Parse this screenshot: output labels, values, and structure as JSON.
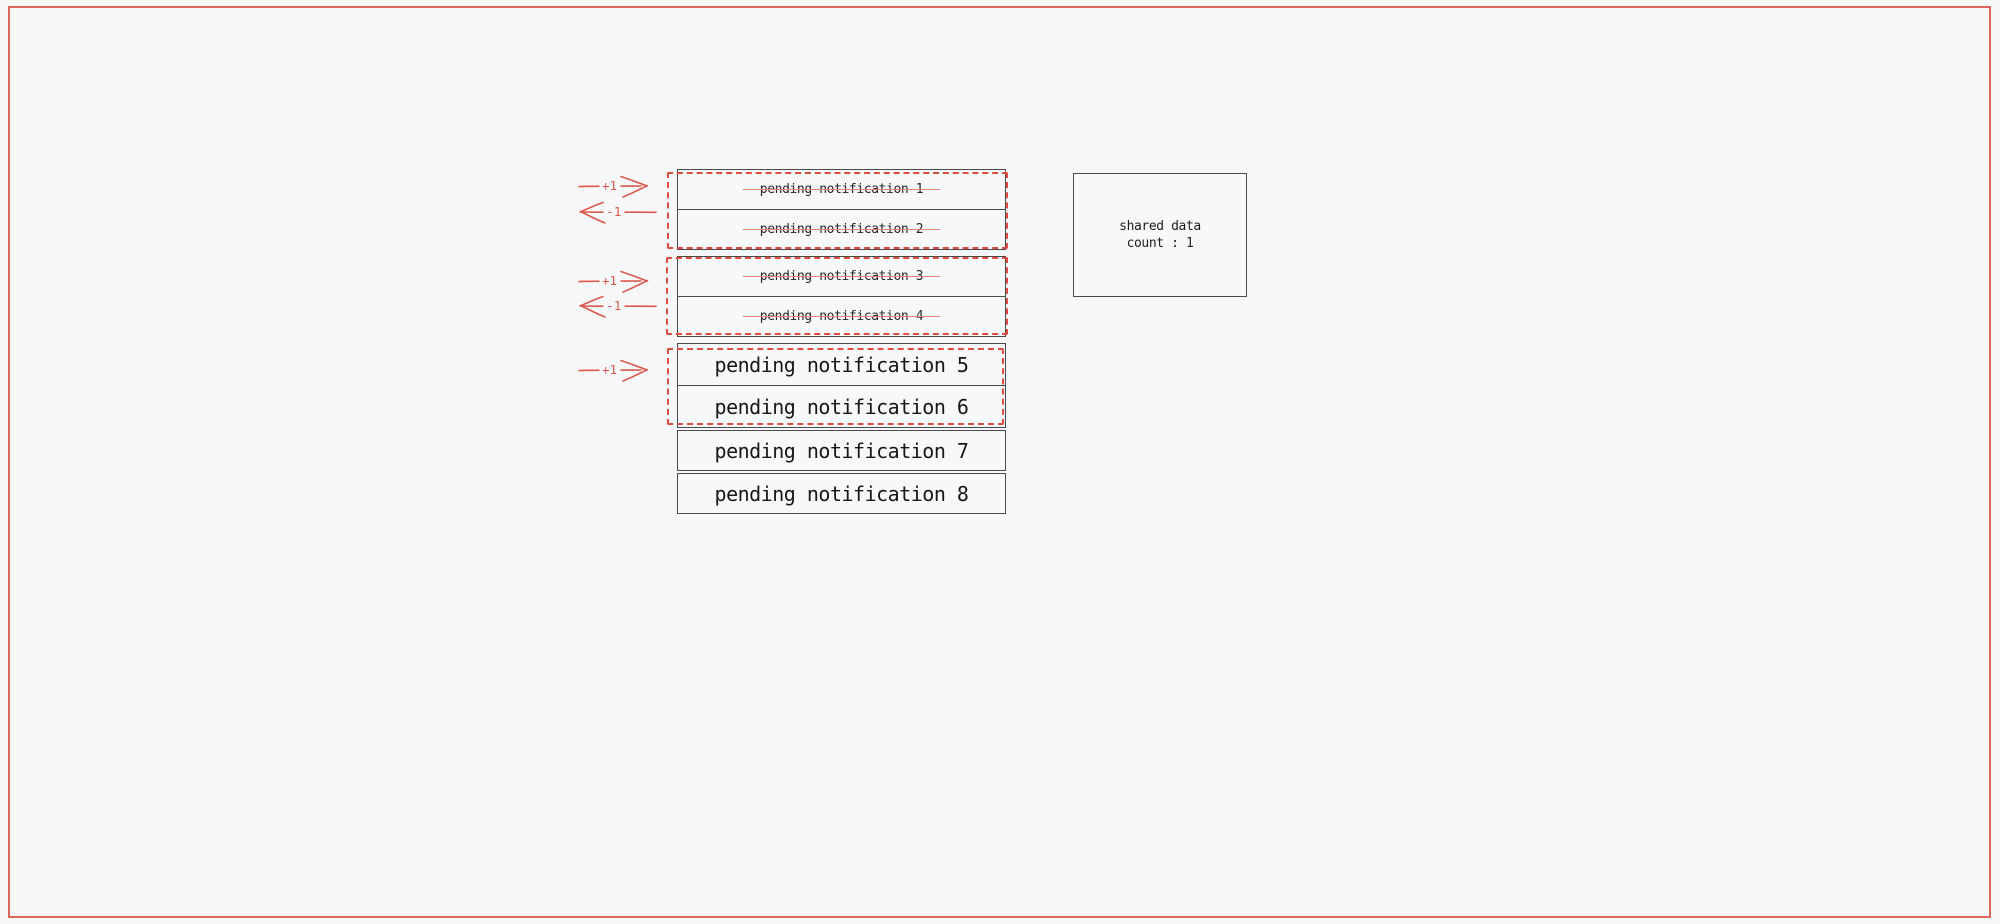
{
  "canvas": {
    "background_color": "#f5f7f9",
    "border_color": "#dd665b"
  },
  "colors": {
    "accent_red": "#e04b40",
    "strike_red": "#e8837a",
    "arrow_red": "#dc584c",
    "box_border": "#4a4a4a",
    "text_dark": "#262626"
  },
  "notifications": {
    "items": [
      {
        "label": "pending notification 1",
        "consumed": true
      },
      {
        "label": "pending notification 2",
        "consumed": true
      },
      {
        "label": "pending notification 3",
        "consumed": true
      },
      {
        "label": "pending notification 4",
        "consumed": true
      },
      {
        "label": "pending notification 5",
        "consumed": false
      },
      {
        "label": "pending notification 6",
        "consumed": false
      },
      {
        "label": "pending notification 7",
        "consumed": false
      },
      {
        "label": "pending notification 8",
        "consumed": false
      }
    ]
  },
  "arrows": [
    {
      "label": "+1",
      "direction": "right"
    },
    {
      "label": "-1",
      "direction": "left"
    },
    {
      "label": "+1",
      "direction": "right"
    },
    {
      "label": "-1",
      "direction": "left"
    },
    {
      "label": "+1",
      "direction": "right"
    }
  ],
  "shared_data": {
    "title": "shared data",
    "count": "count : 1"
  }
}
